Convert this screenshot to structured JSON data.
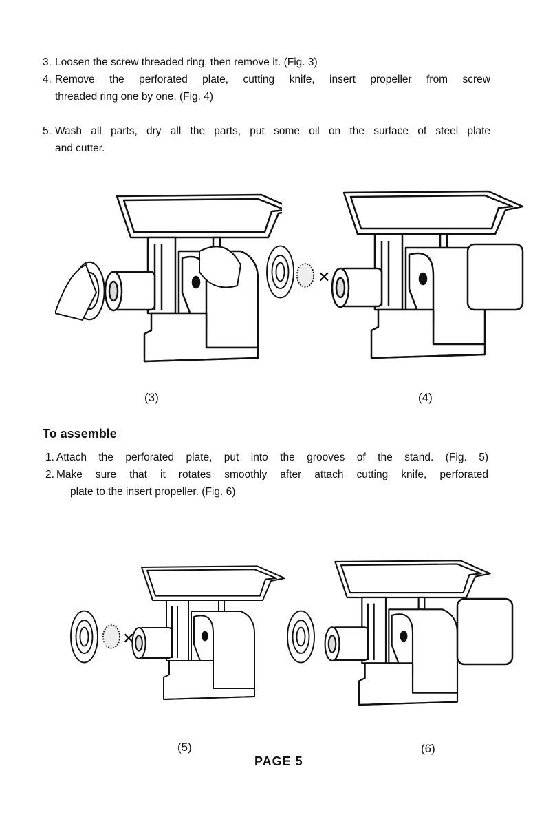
{
  "disassemble_steps": [
    {
      "number": "3.",
      "lines": [
        "Loosen the screw threaded ring, then remove it. (Fig. 3)"
      ]
    },
    {
      "number": "4.",
      "lines": [
        "Remove the perforated plate, cutting knife, insert propeller from screw",
        "threaded ring one by one. (Fig. 4)"
      ]
    },
    {
      "number": "5.",
      "lines": [
        "Wash all parts, dry all the parts, put some oil on the surface of steel plate",
        "and cutter."
      ]
    }
  ],
  "figures": [
    {
      "caption": "(3)"
    },
    {
      "caption": "(4)"
    },
    {
      "caption": "(5)"
    },
    {
      "caption": "(6)"
    }
  ],
  "assemble": {
    "heading": "To assemble",
    "steps": [
      {
        "number": "1.",
        "lines": [
          "Attach the perforated plate, put into the grooves of the stand. (Fig. 5)"
        ]
      },
      {
        "number": "2.",
        "lines": [
          "Make sure that it rotates smoothly after attach cutting knife, perforated",
          "plate to the insert propeller. (Fig. 6)"
        ]
      }
    ]
  },
  "footer": {
    "page_label": "PAGE 5"
  }
}
